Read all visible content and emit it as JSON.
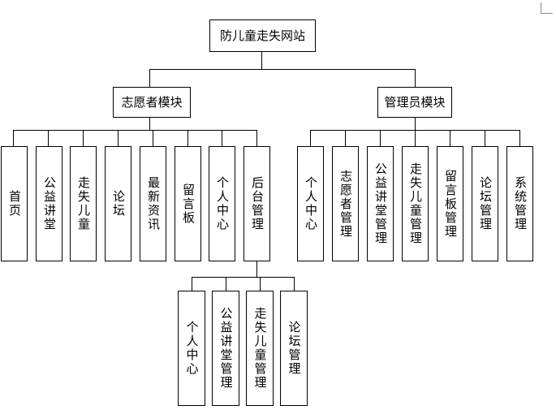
{
  "root": {
    "label": "防儿童走失网站"
  },
  "volunteer_module": {
    "label": "志愿者模块",
    "items": [
      "首页",
      "公益讲堂",
      "走失儿童",
      "论坛",
      "最新资讯",
      "留言板",
      "个人中心",
      "后台管理"
    ]
  },
  "backend_management": {
    "items": [
      "个人中心",
      "公益讲堂管理",
      "走失儿童管理",
      "论坛管理"
    ]
  },
  "admin_module": {
    "label": "管理员模块",
    "items": [
      "个人中心",
      "志愿者管理",
      "公益讲堂管理",
      "走失儿童管理",
      "留言板管理",
      "论坛管理",
      "系统管理"
    ]
  }
}
